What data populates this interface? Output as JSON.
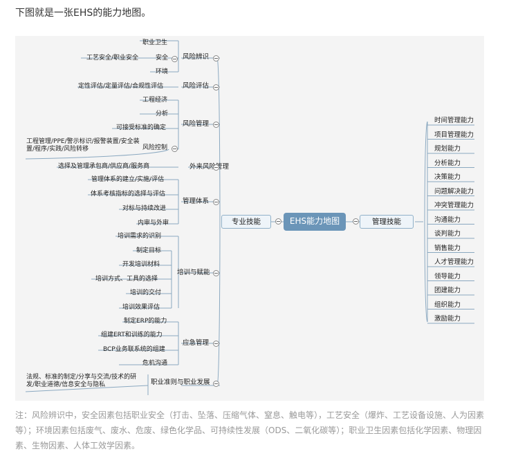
{
  "intro": "下图就是一张EHS的能力地图。",
  "center": "EHS能力地图",
  "left_main": "专业技能",
  "right_main": "管理技能",
  "groups": {
    "risk_id": {
      "label": "风险辨识",
      "items": [
        "职业卫生",
        "安全",
        "环境"
      ],
      "sub": "工艺安全/职业安全"
    },
    "risk_eval": {
      "label": "风险评估",
      "items": [
        "定性评估/定量评估/合规性评估"
      ]
    },
    "risk_mgmt": {
      "label": "风险管理",
      "items": [
        "工程经济",
        "分析",
        "可接受标准的确定",
        "风险控制"
      ],
      "sub": "工程管理/PPE/警示标识/报警装置/安全装置/程序/实践/风险转移"
    },
    "ext_risk": {
      "label": "外来风险管理",
      "items": [
        "选择及管理承包商/供应商/服务商"
      ]
    },
    "mgmt_sys": {
      "label": "管理体系",
      "items": [
        "管理体系的建立/实施/评估",
        "体系考核指标的选择与评估",
        "对标与持续改进",
        "内审与外审"
      ]
    },
    "training": {
      "label": "培训与赋能",
      "items": [
        "培训需求的识别",
        "制定目标",
        "开发培训材料",
        "培训方式、工具的选择",
        "培训的交付",
        "培训效果评估"
      ]
    },
    "emergency": {
      "label": "应急管理",
      "items": [
        "制定ERP的能力",
        "组建ERT和训练的能力",
        "BCP业务联系统的组建",
        "危机沟通"
      ]
    },
    "career": {
      "label": "职业准则与职业发展",
      "items": [
        "法规、标准的制定/分享与交流/技术的研发/职业道德/信息安全与隐私"
      ]
    }
  },
  "mgmt_skills": [
    "时间管理能力",
    "项目管理能力",
    "规划能力",
    "分析能力",
    "决策能力",
    "问题解决能力",
    "冲突管理能力",
    "沟通能力",
    "谈判能力",
    "销售能力",
    "人才管理能力",
    "领导能力",
    "团建能力",
    "组织能力",
    "激励能力"
  ],
  "note": "注：风险辨识中，安全因素包括职业安全（打击、坠落、压缩气体、窒息、触电等），工艺安全（爆炸、工艺设备设施、人为因素等）；环境因素包括废气、废水、危废、绿色化学品、可持续性发展（ODS、二氧化碳等）；职业卫生因素包括化学因素、物理因素、生物因素、人体工效学因素。"
}
